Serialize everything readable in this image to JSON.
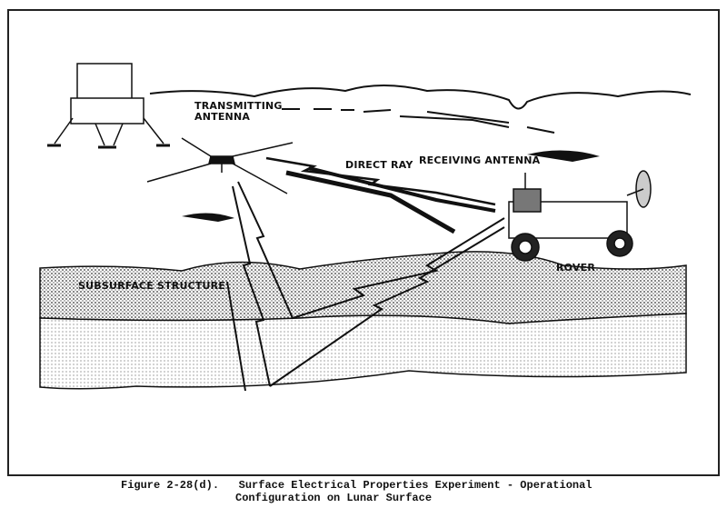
{
  "labels": {
    "transmitting_antenna": [
      "TRANSMITTING",
      "ANTENNA"
    ],
    "direct_ray": "DIRECT RAY",
    "receiving_antenna": "RECEIVING ANTENNA",
    "rover": "ROVER",
    "subsurface_structure": "SUBSURFACE STRUCTURE"
  },
  "caption": {
    "figure_number": "Figure 2-28(d).",
    "line1": "Surface Electrical Properties Experiment - Operational",
    "line2": "Configuration on Lunar Surface"
  }
}
